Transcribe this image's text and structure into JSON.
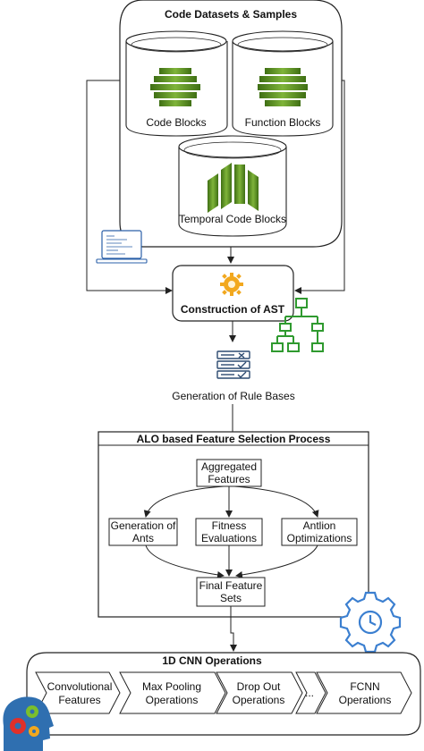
{
  "datasets": {
    "title": "Code Datasets & Samples",
    "code_blocks": "Code Blocks",
    "function_blocks": "Function Blocks",
    "temporal_blocks": "Temporal Code Blocks"
  },
  "ast": {
    "label": "Construction of AST"
  },
  "rules": {
    "label": "Generation of Rule Bases"
  },
  "alo": {
    "title": "ALO based Feature Selection Process",
    "aggregated_1": "Aggregated",
    "aggregated_2": "Features",
    "ants_1": "Generation of",
    "ants_2": "Ants",
    "fitness_1": "Fitness",
    "fitness_2": "Evaluations",
    "antlion_1": "Antlion",
    "antlion_2": "Optimizations",
    "final_1": "Final Feature",
    "final_2": "Sets"
  },
  "cnn": {
    "title": "1D CNN Operations",
    "steps": [
      {
        "line1": "Convolutional",
        "line2": "Features"
      },
      {
        "line1": "Max Pooling",
        "line2": "Operations"
      },
      {
        "line1": "Drop Out",
        "line2": "Operations"
      },
      {
        "line1": "...",
        "line2": ""
      },
      {
        "line1": "FCNN",
        "line2": "Operations"
      }
    ]
  },
  "colors": {
    "green_dark": "#4f7f1e",
    "green_light": "#8fbf3f",
    "tree_green": "#2f9a2f",
    "gear_blue": "#3b7fd0",
    "gear_orange": "#f2a81e",
    "line": "#222222"
  },
  "icons": [
    "laptop-icon",
    "gear-icon",
    "tree-hierarchy-icon",
    "checklist-icon",
    "blue-gear-icon",
    "head-gears-icon"
  ]
}
